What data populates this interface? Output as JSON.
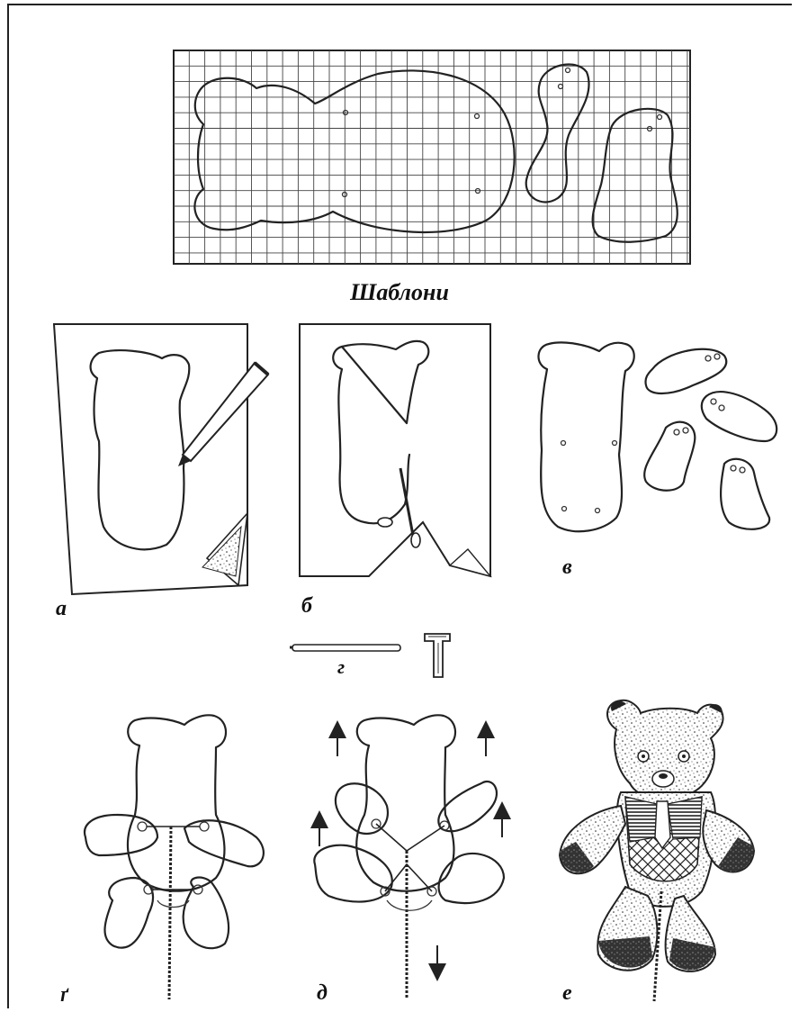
{
  "title": "Шаблони",
  "labels": {
    "a": "а",
    "b": "б",
    "v": "в",
    "h": "г",
    "g": "ґ",
    "d": "д",
    "e": "е"
  }
}
